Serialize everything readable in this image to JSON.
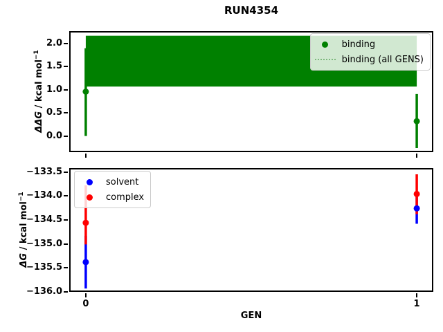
{
  "figure": {
    "title": "RUN4354",
    "xlabel": "GEN"
  },
  "chart_data": [
    {
      "type": "scatter",
      "title": "RUN4354",
      "ylabel": "ΔΔG / kcal mol−1",
      "ylabel_parts": {
        "italic": "ΔΔG",
        "mid": " / kcal mol",
        "sup": "−1"
      },
      "xlabel": "GEN",
      "xlim": [
        -0.05,
        1.05
      ],
      "ylim": [
        -0.35,
        2.27
      ],
      "x": [
        0,
        1
      ],
      "xticks": [
        0,
        1
      ],
      "yticks": [
        2.0,
        1.5,
        1.0,
        0.5,
        0.0
      ],
      "ytick_labels": [
        "2.0",
        "1.5",
        "1.0",
        "0.5",
        "0.0"
      ],
      "grid": false,
      "series": [
        {
          "name": "binding",
          "color": "#008000",
          "values": [
            0.96,
            0.32
          ],
          "err_lo": [
            0.0,
            -0.26
          ],
          "err_hi": [
            1.9,
            0.91
          ]
        }
      ],
      "band": {
        "label": "binding (all GENS)",
        "color": "#008000",
        "lo": 1.07,
        "hi": 2.17,
        "x_from": 0,
        "x_to": 1
      },
      "legend": {
        "position": "upper-right",
        "items": [
          {
            "label": "binding",
            "handle": "marker",
            "color": "#008000"
          },
          {
            "label": "binding (all GENS)",
            "handle": "dotted-line",
            "color": "#7db87d"
          }
        ]
      }
    },
    {
      "type": "scatter",
      "ylabel": "ΔG / kcal mol−1",
      "ylabel_parts": {
        "italic": "ΔG",
        "mid": " / kcal mol",
        "sup": "−1"
      },
      "xlabel": "GEN",
      "xlim": [
        -0.05,
        1.05
      ],
      "ylim": [
        -136.0,
        -133.42
      ],
      "x": [
        0,
        1
      ],
      "xticks": [
        0,
        1
      ],
      "xtick_labels": [
        "0",
        "1"
      ],
      "yticks": [
        -133.5,
        -134.0,
        -134.5,
        -135.0,
        -135.5,
        -136.0
      ],
      "ytick_labels": [
        "−133.5",
        "−134.0",
        "−134.5",
        "−135.0",
        "−135.5",
        "−136.0"
      ],
      "grid": false,
      "series": [
        {
          "name": "solvent",
          "color": "#0000ff",
          "values": [
            -135.38,
            -134.26
          ],
          "err_lo": [
            -135.93,
            -134.58
          ],
          "err_hi": [
            -134.83,
            -133.94
          ]
        },
        {
          "name": "complex",
          "color": "#ff0000",
          "values": [
            -134.56,
            -133.96
          ],
          "err_lo": [
            -135.01,
            -134.38
          ],
          "err_hi": [
            -133.78,
            -133.55
          ]
        }
      ],
      "legend": {
        "position": "upper-left",
        "items": [
          {
            "label": "solvent",
            "handle": "marker",
            "color": "#0000ff"
          },
          {
            "label": "complex",
            "handle": "marker",
            "color": "#ff0000"
          }
        ]
      }
    }
  ]
}
